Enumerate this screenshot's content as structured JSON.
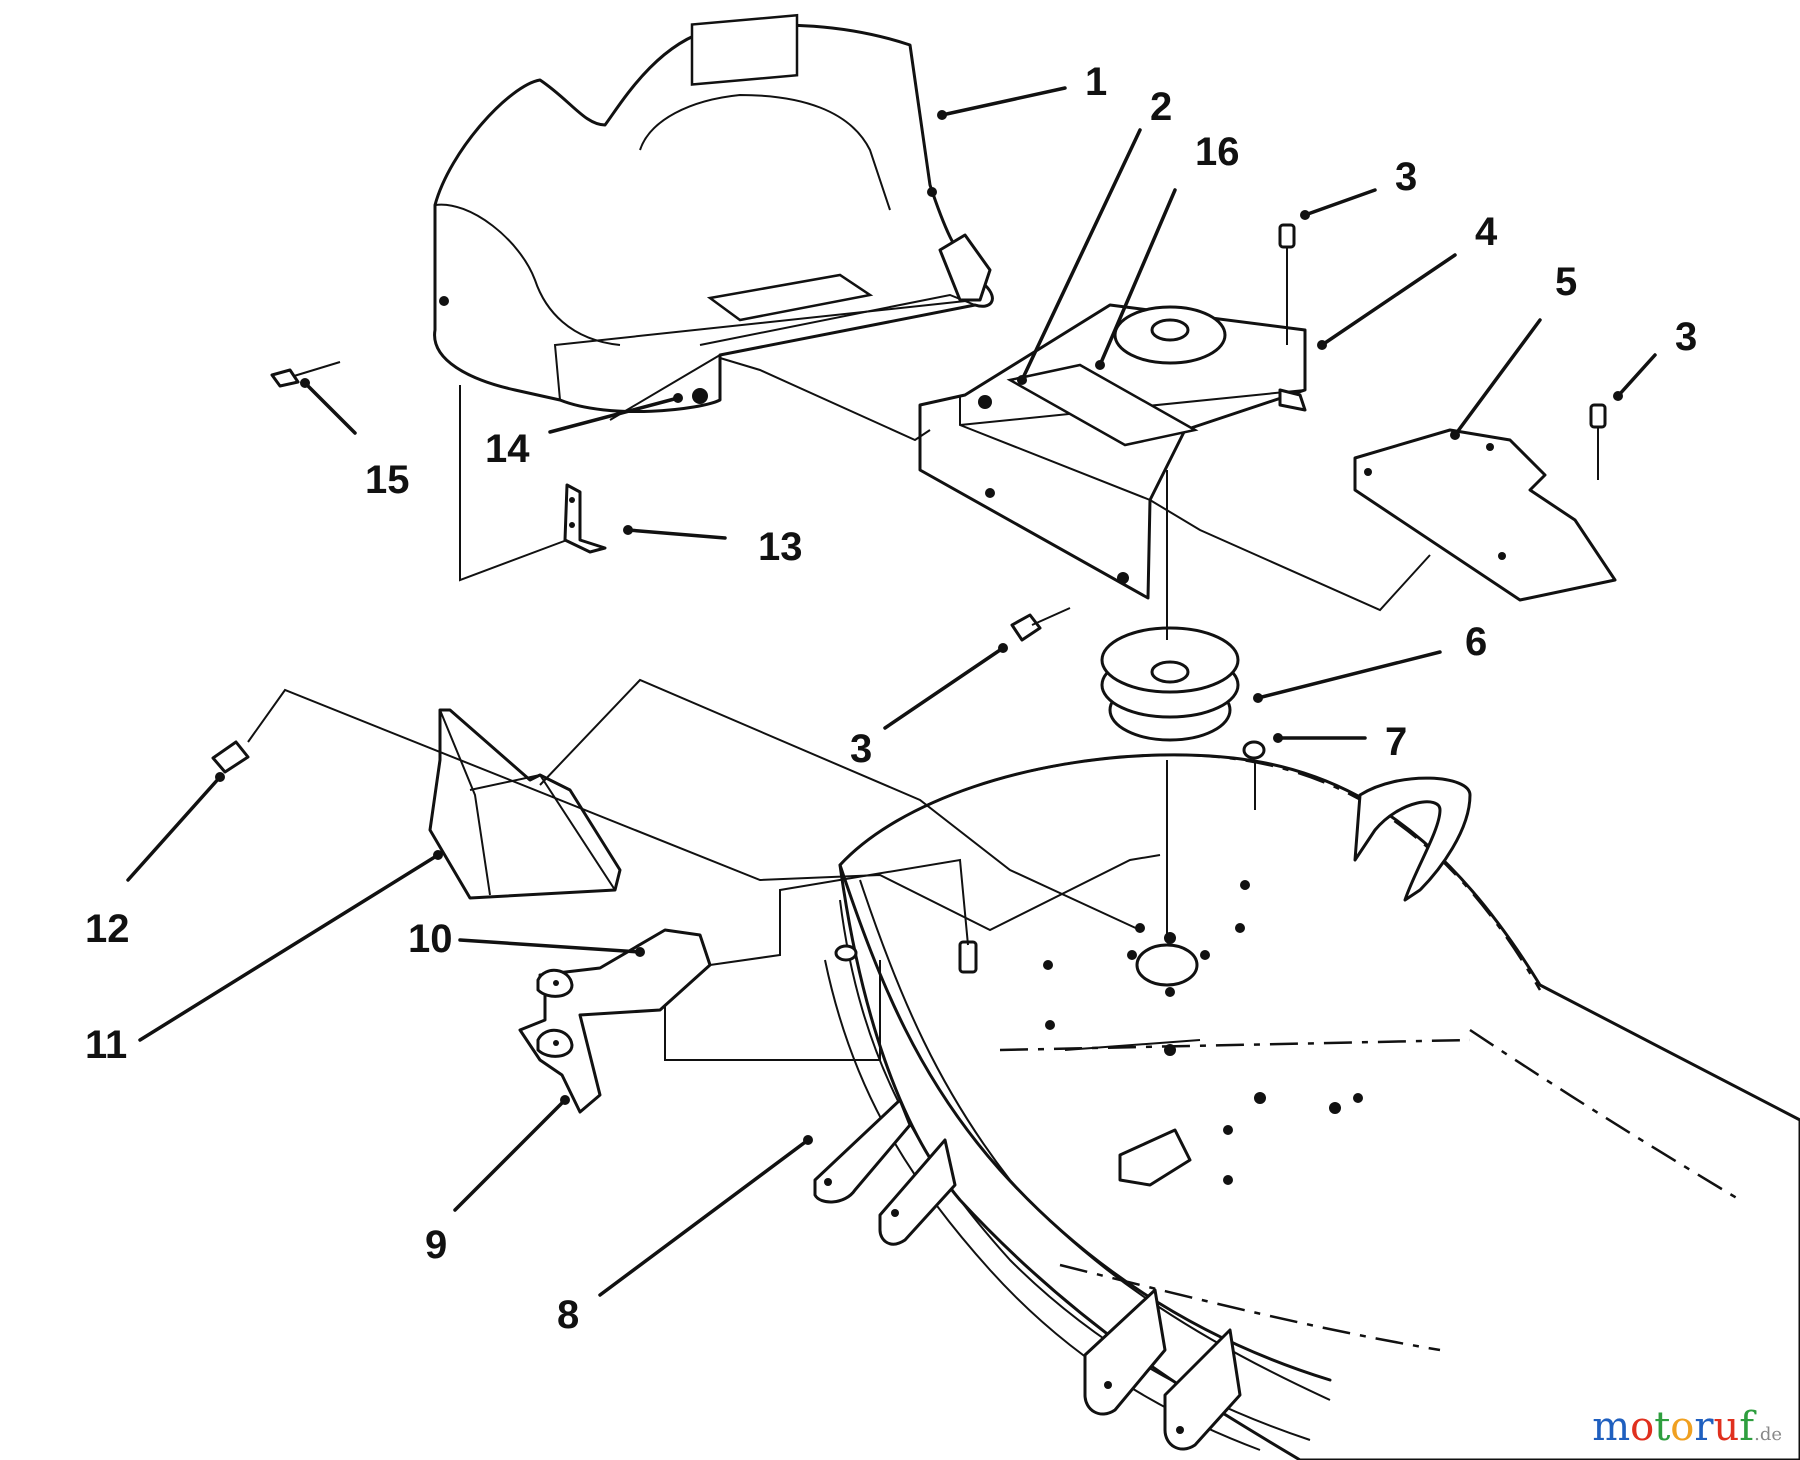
{
  "diagram": {
    "callouts": [
      "1",
      "2",
      "16",
      "3",
      "4",
      "5",
      "3",
      "15",
      "14",
      "13",
      "6",
      "3",
      "7",
      "12",
      "11",
      "10",
      "9",
      "8"
    ]
  },
  "watermark": {
    "letters": [
      "m",
      "o",
      "t",
      "o",
      "r",
      "u",
      "f"
    ],
    "letter_colors": [
      "#1f5fbf",
      "#e0301e",
      "#2e9e3e",
      "#f0a020",
      "#1f5fbf",
      "#e0301e",
      "#2e9e3e"
    ],
    "suffix": ".de"
  }
}
